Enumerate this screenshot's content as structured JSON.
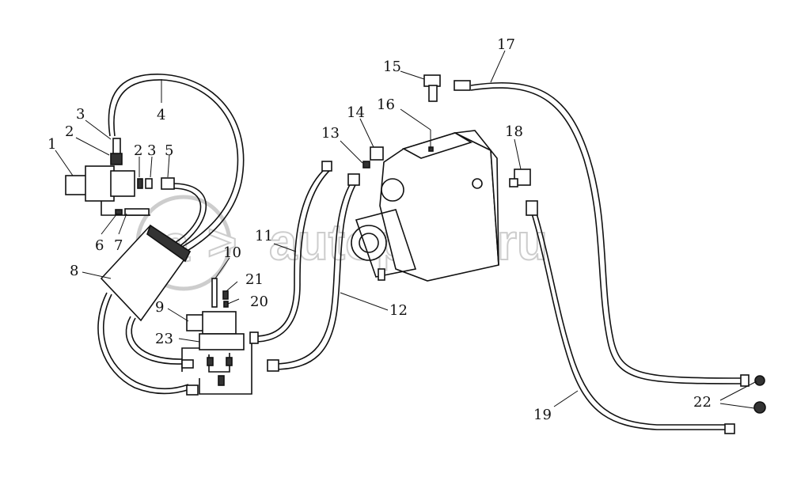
{
  "callouts": {
    "c1": "1",
    "c2a": "2",
    "c2b": "2",
    "c3a": "3",
    "c3b": "3",
    "c4": "4",
    "c5": "5",
    "c6": "6",
    "c7": "7",
    "c8": "8",
    "c9": "9",
    "c10": "10",
    "c11": "11",
    "c12": "12",
    "c13": "13",
    "c14": "14",
    "c15": "15",
    "c16": "16",
    "c17": "17",
    "c18": "18",
    "c19": "19",
    "c20": "20",
    "c21": "21",
    "c22": "22",
    "c23": "23"
  },
  "watermark": {
    "text": "autopiter.ru",
    "logo_glyph": "a",
    "color": "#c8c8c8"
  },
  "colors": {
    "line": "#111111",
    "background": "#ffffff"
  }
}
